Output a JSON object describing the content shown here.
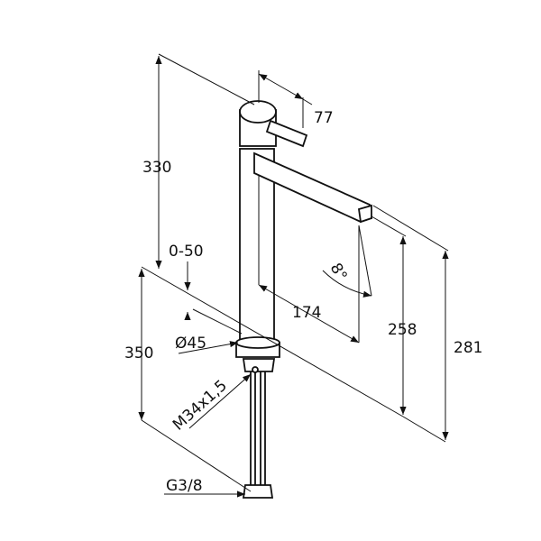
{
  "title": "Tall single-lever basin mixer dimension drawing",
  "dimensions": {
    "overall_height": "330",
    "lever_length": "77",
    "adjustable_range": "0-50",
    "hose_length": "350",
    "base_diameter": "Ø45",
    "thread": "M34x1,5",
    "connection": "G3/8",
    "spout_reach": "174",
    "spout_angle": "8°",
    "outlet_height": "258",
    "spout_top_height": "281"
  }
}
